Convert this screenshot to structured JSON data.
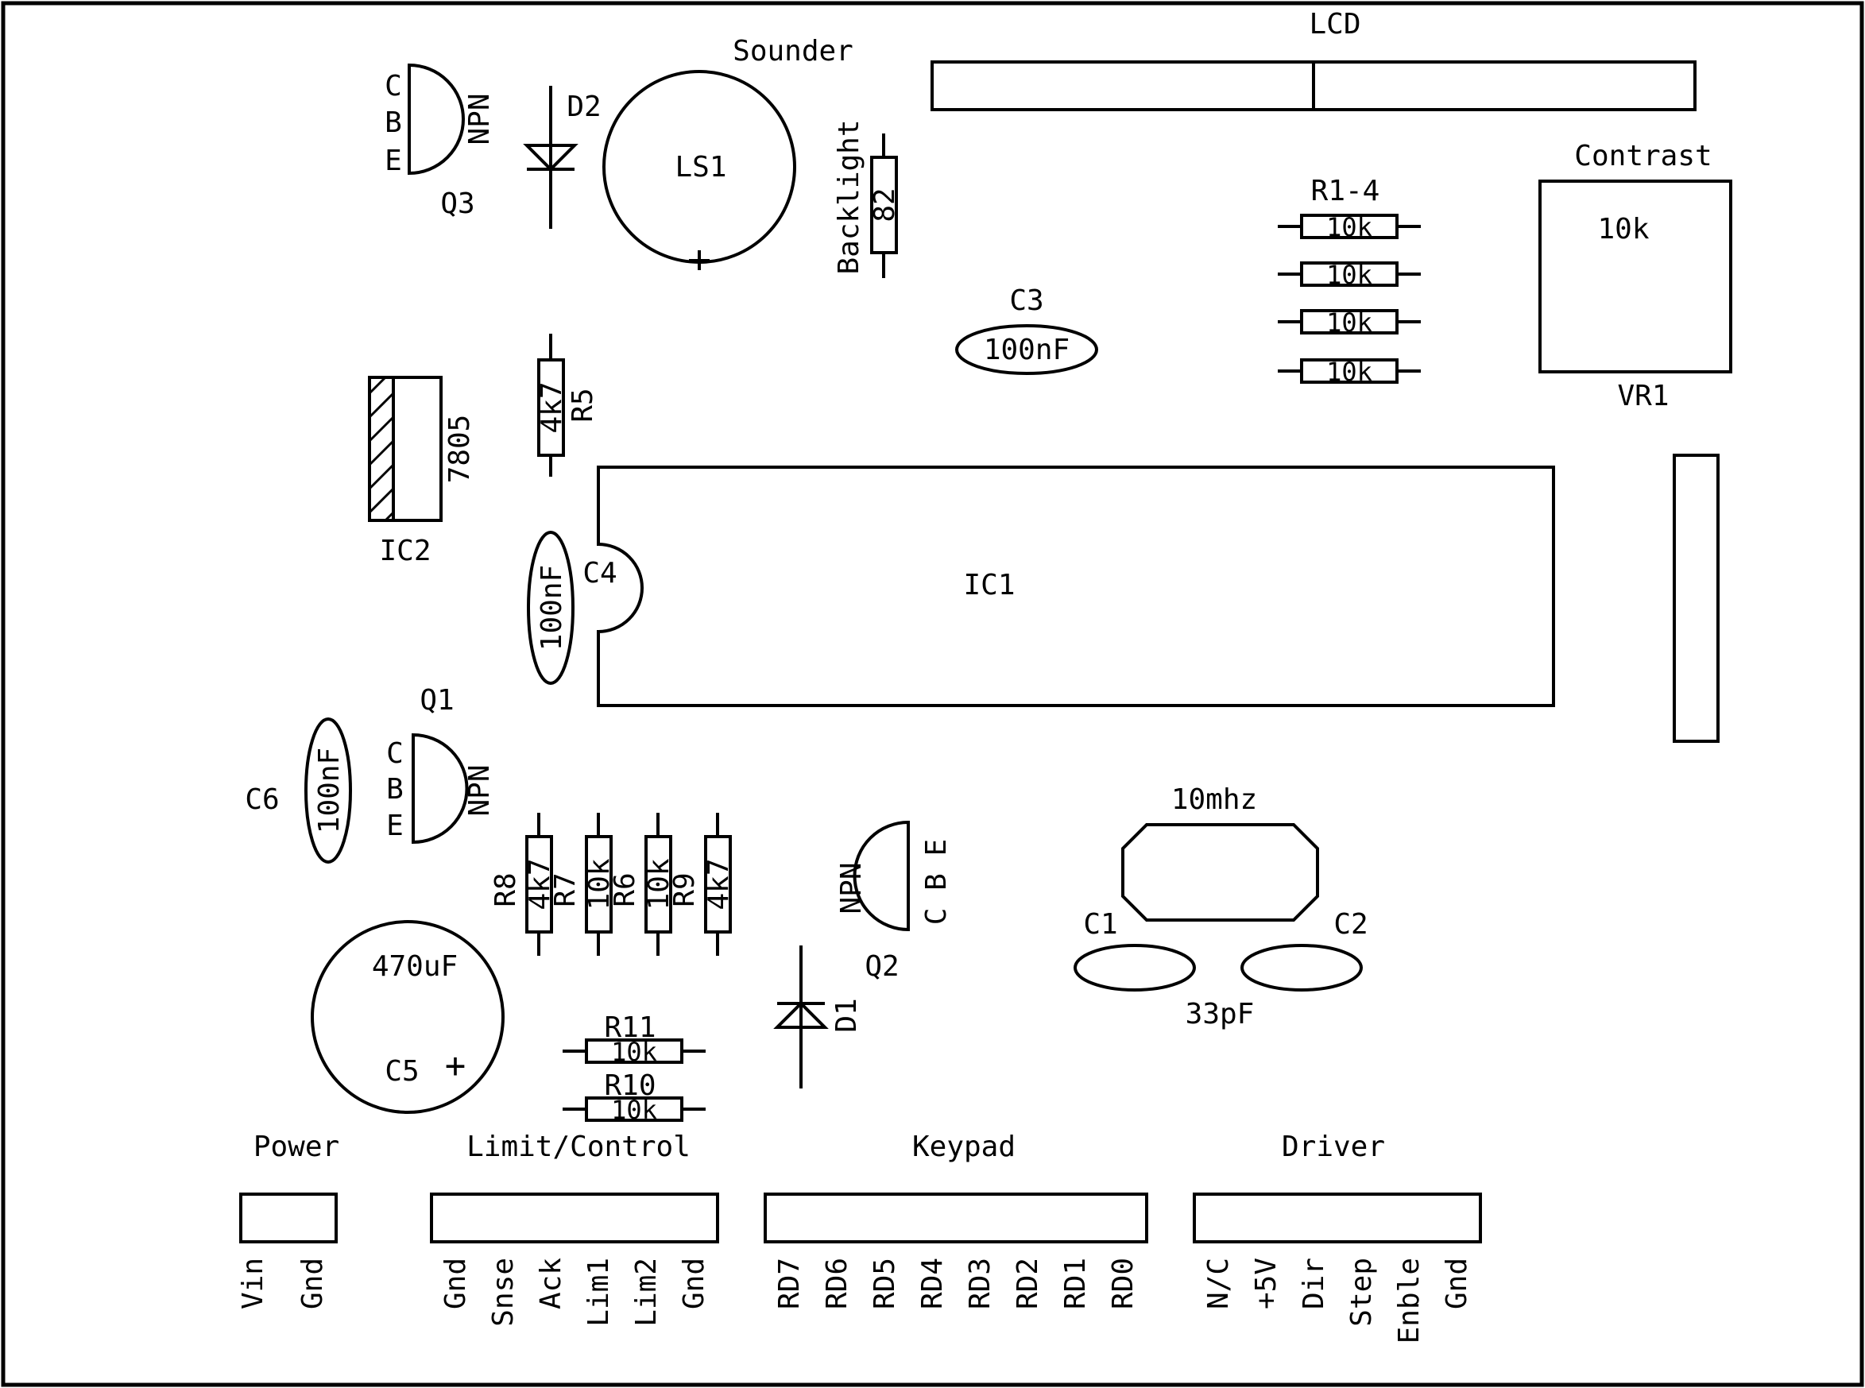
{
  "labels": {
    "sounder": "Sounder",
    "lcd": "LCD",
    "ls1": "LS1",
    "backlight": "Backlight",
    "backlight_res": "82",
    "d2": "D2",
    "q3": "Q3",
    "npn": "NPN",
    "pin_c": "C",
    "pin_b": "B",
    "pin_e": "E",
    "c3": "C3",
    "c3_val": "100nF",
    "r1_4": "R1-4",
    "r10k": "10k",
    "contrast": "Contrast",
    "vr1": "VR1",
    "vr1_val": "10k",
    "r5": "R5",
    "r5_val": "4k7",
    "ic2_part": "7805",
    "ic2": "IC2",
    "c4": "C4",
    "c4_val": "100nF",
    "ic1": "IC1",
    "q1": "Q1",
    "c6": "C6",
    "c6_val": "100nF",
    "r8": "R8",
    "r8_val": "4k7",
    "r7": "R7",
    "r7_val": "10k",
    "r6": "R6",
    "r6_val": "10k",
    "r9": "R9",
    "r9_val": "4k7",
    "q2": "Q2",
    "q2_pins": "C B E",
    "d1": "D1",
    "xtal": "10mhz",
    "c1": "C1",
    "c2": "C2",
    "cap33": "33pF",
    "c5_val": "470uF",
    "c5": "C5",
    "plus": "+",
    "r11": "R11",
    "r10": "R10",
    "r11_val": "10k",
    "r10_val": "10k"
  },
  "connectors": {
    "power": {
      "title": "Power",
      "pins": [
        "Vin",
        "Gnd"
      ]
    },
    "limit": {
      "title": "Limit/Control",
      "pins": [
        "Gnd",
        "Snse",
        "Ack",
        "Lim1",
        "Lim2",
        "Gnd"
      ]
    },
    "keypad": {
      "title": "Keypad",
      "pins": [
        "RD7",
        "RD6",
        "RD5",
        "RD4",
        "RD3",
        "RD2",
        "RD1",
        "RD0"
      ]
    },
    "driver": {
      "title": "Driver",
      "pins": [
        "N/C",
        "+5V",
        "Dir",
        "Step",
        "Enble",
        "Gnd"
      ]
    }
  }
}
